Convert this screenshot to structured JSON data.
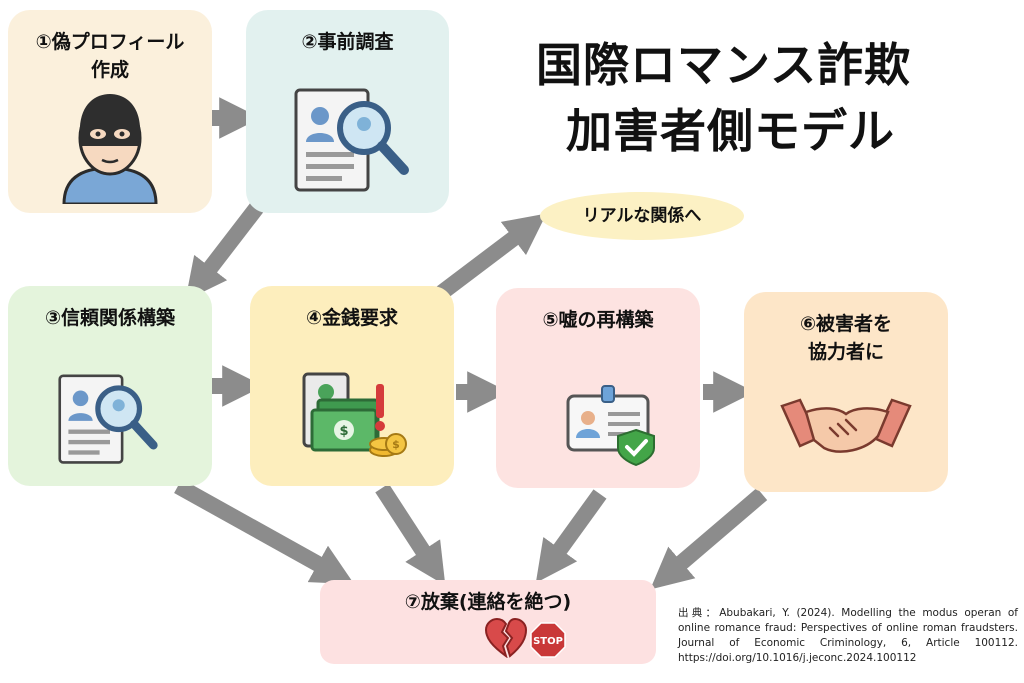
{
  "title": {
    "line1": "国際ロマンス詐欺",
    "line2": "加害者側モデル"
  },
  "steps": {
    "s1": {
      "line1": "①偽プロフィール",
      "line2": "作成"
    },
    "s2": {
      "line1": "②事前調査"
    },
    "s3": {
      "line1": "③信頼関係構築"
    },
    "s4": {
      "line1": "④金銭要求"
    },
    "s5": {
      "line1": "⑤嘘の再構築"
    },
    "s6": {
      "line1": "⑥被害者を",
      "line2": "協力者に"
    },
    "s7": {
      "line1": "⑦放棄(連絡を絶つ)"
    }
  },
  "branch_label": "リアルな関係へ",
  "stop_sign_text": "STOP",
  "citation": "出典：Abubakari, Y. (2024). Modelling the modus operan of online romance fraud: Perspectives of online roman fraudsters. Journal of Economic Criminology, 6, Article 100112.  https://doi.org/10.1016/j.jeconc.2024.100112",
  "icons": [
    "masked-fraudster-icon",
    "profile-magnifier-icon",
    "money-stack-icon",
    "id-card-shield-icon",
    "handshake-icon",
    "broken-heart-icon",
    "stop-sign-icon"
  ],
  "colors": {
    "arrow": "#8c8c8c",
    "step1_bg": "#fbf0dc",
    "step2_bg": "#e2f1ef",
    "step3_bg": "#e4f4dc",
    "step4_bg": "#fdeebd",
    "step5_bg": "#fde3e1",
    "step6_bg": "#fde6c8",
    "step7_bg": "#fde1e1",
    "branch_bg": "#fcf1c4"
  }
}
